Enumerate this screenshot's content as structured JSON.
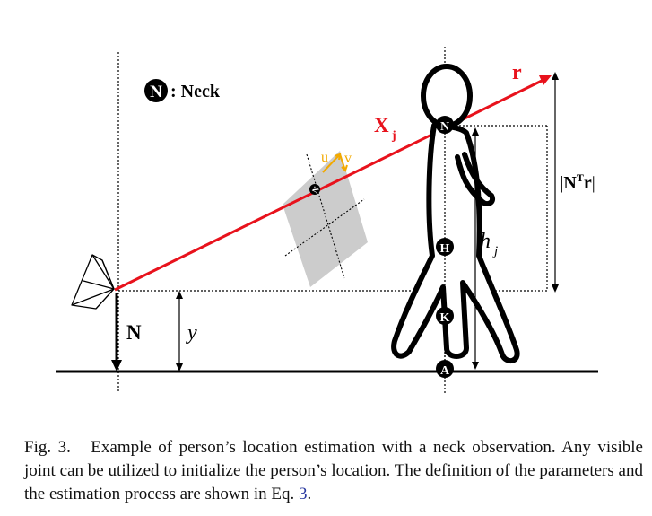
{
  "figure": {
    "legend_glyph": "N",
    "legend_text": ": Neck",
    "vector_x_main": "X",
    "vector_x_sub": "j",
    "ray_label": "r",
    "u_label": "u",
    "v_label": "v",
    "proj_open": "|N",
    "proj_sup": "T",
    "proj_vec": "r",
    "proj_close": "|",
    "height_main": "h",
    "height_sub": "j",
    "normal_label": "N",
    "camera_height_label": "y",
    "joint_neck": "N",
    "joint_hip": "H",
    "joint_knee": "K",
    "joint_ankle": "A",
    "ray_color": "#e8121c",
    "uv_color": "#f2a900"
  },
  "caption": {
    "prefix": "Fig. 3.",
    "text": "Example of person’s location estimation with a neck observation. Any visible joint can be utilized to initialize the person’s location. The definition of the parameters and the estimation process are shown in Eq. ",
    "eq_ref": "3",
    "suffix": "."
  }
}
